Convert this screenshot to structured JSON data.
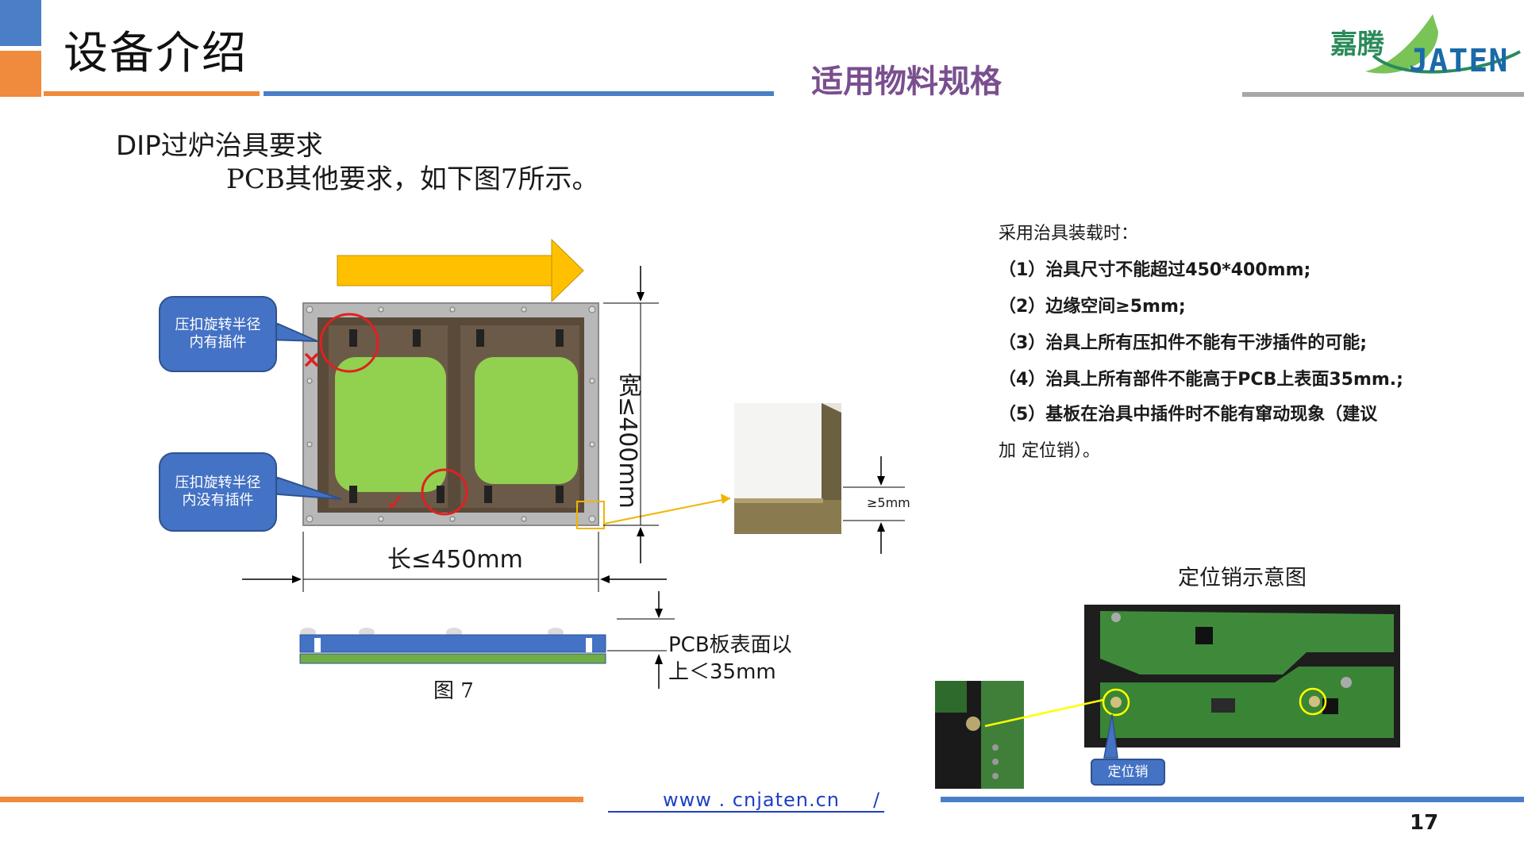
{
  "header": {
    "title": "设备介绍",
    "subtitle": "适用物料规格",
    "logo_cn": "嘉腾",
    "logo_en": "JATEN"
  },
  "section": {
    "heading": "DIP过炉治具要求",
    "subheading": "PCB其他要求，如下图7所示。"
  },
  "diagram": {
    "callout_top": "压扣旋转半径内有插件",
    "callout_bottom": "压扣旋转半径内没有插件",
    "width_label": "宽≤400mm",
    "length_label": "长≤450mm",
    "edge_label": "≥5mm",
    "height_label_1": "PCB板表面以",
    "height_label_2": "上＜35mm",
    "figure_caption": "图 7",
    "marker_x": "×",
    "marker_check": "✓"
  },
  "requirements": {
    "intro": "采用治具装载时：",
    "items": [
      "（1）治具尺寸不能超过450*400mm;",
      "（2）边缘空间≥5mm;",
      "（3）治具上所有压扣件不能有干涉插件的可能;",
      "（4）治具上所有部件不能高于PCB上表面35mm.;",
      "（5）基板在治具中插件时不能有窜动现象（建议"
    ],
    "continuation": "加 定位销）。"
  },
  "pin_figure": {
    "title": "定位销示意图",
    "label": "定位销"
  },
  "footer": {
    "url": "www . cnjaten.cn",
    "slash": "/",
    "page": "17"
  },
  "colors": {
    "orange": "#f08a3c",
    "blue": "#4a7fc8",
    "purple": "#7a4f8f",
    "green": "#92d050",
    "arrow": "#ffc000",
    "red": "#e02020"
  }
}
